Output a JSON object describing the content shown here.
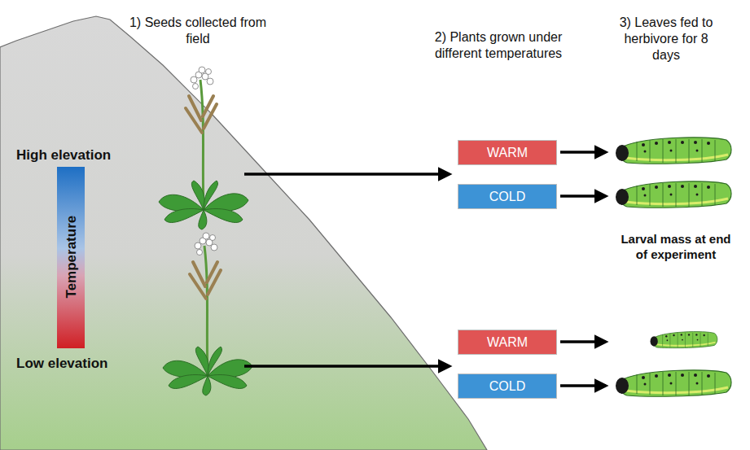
{
  "diagram": {
    "nodes": [
      {
        "text": [
          "WARM"
        ]
      },
      {
        "text": [
          "COLD"
        ]
      },
      {
        "text": [
          "WARM"
        ]
      },
      {
        "text": [
          "COLD"
        ]
      }
    ],
    "labels": [
      "1) Seeds collected from field",
      "2) Plants grown under different temperatures",
      "3) Leaves fed to herbivore for 8 days",
      "High elevation",
      "Temperature",
      "Low elevation",
      "Larval mass at end of experiment"
    ]
  }
}
